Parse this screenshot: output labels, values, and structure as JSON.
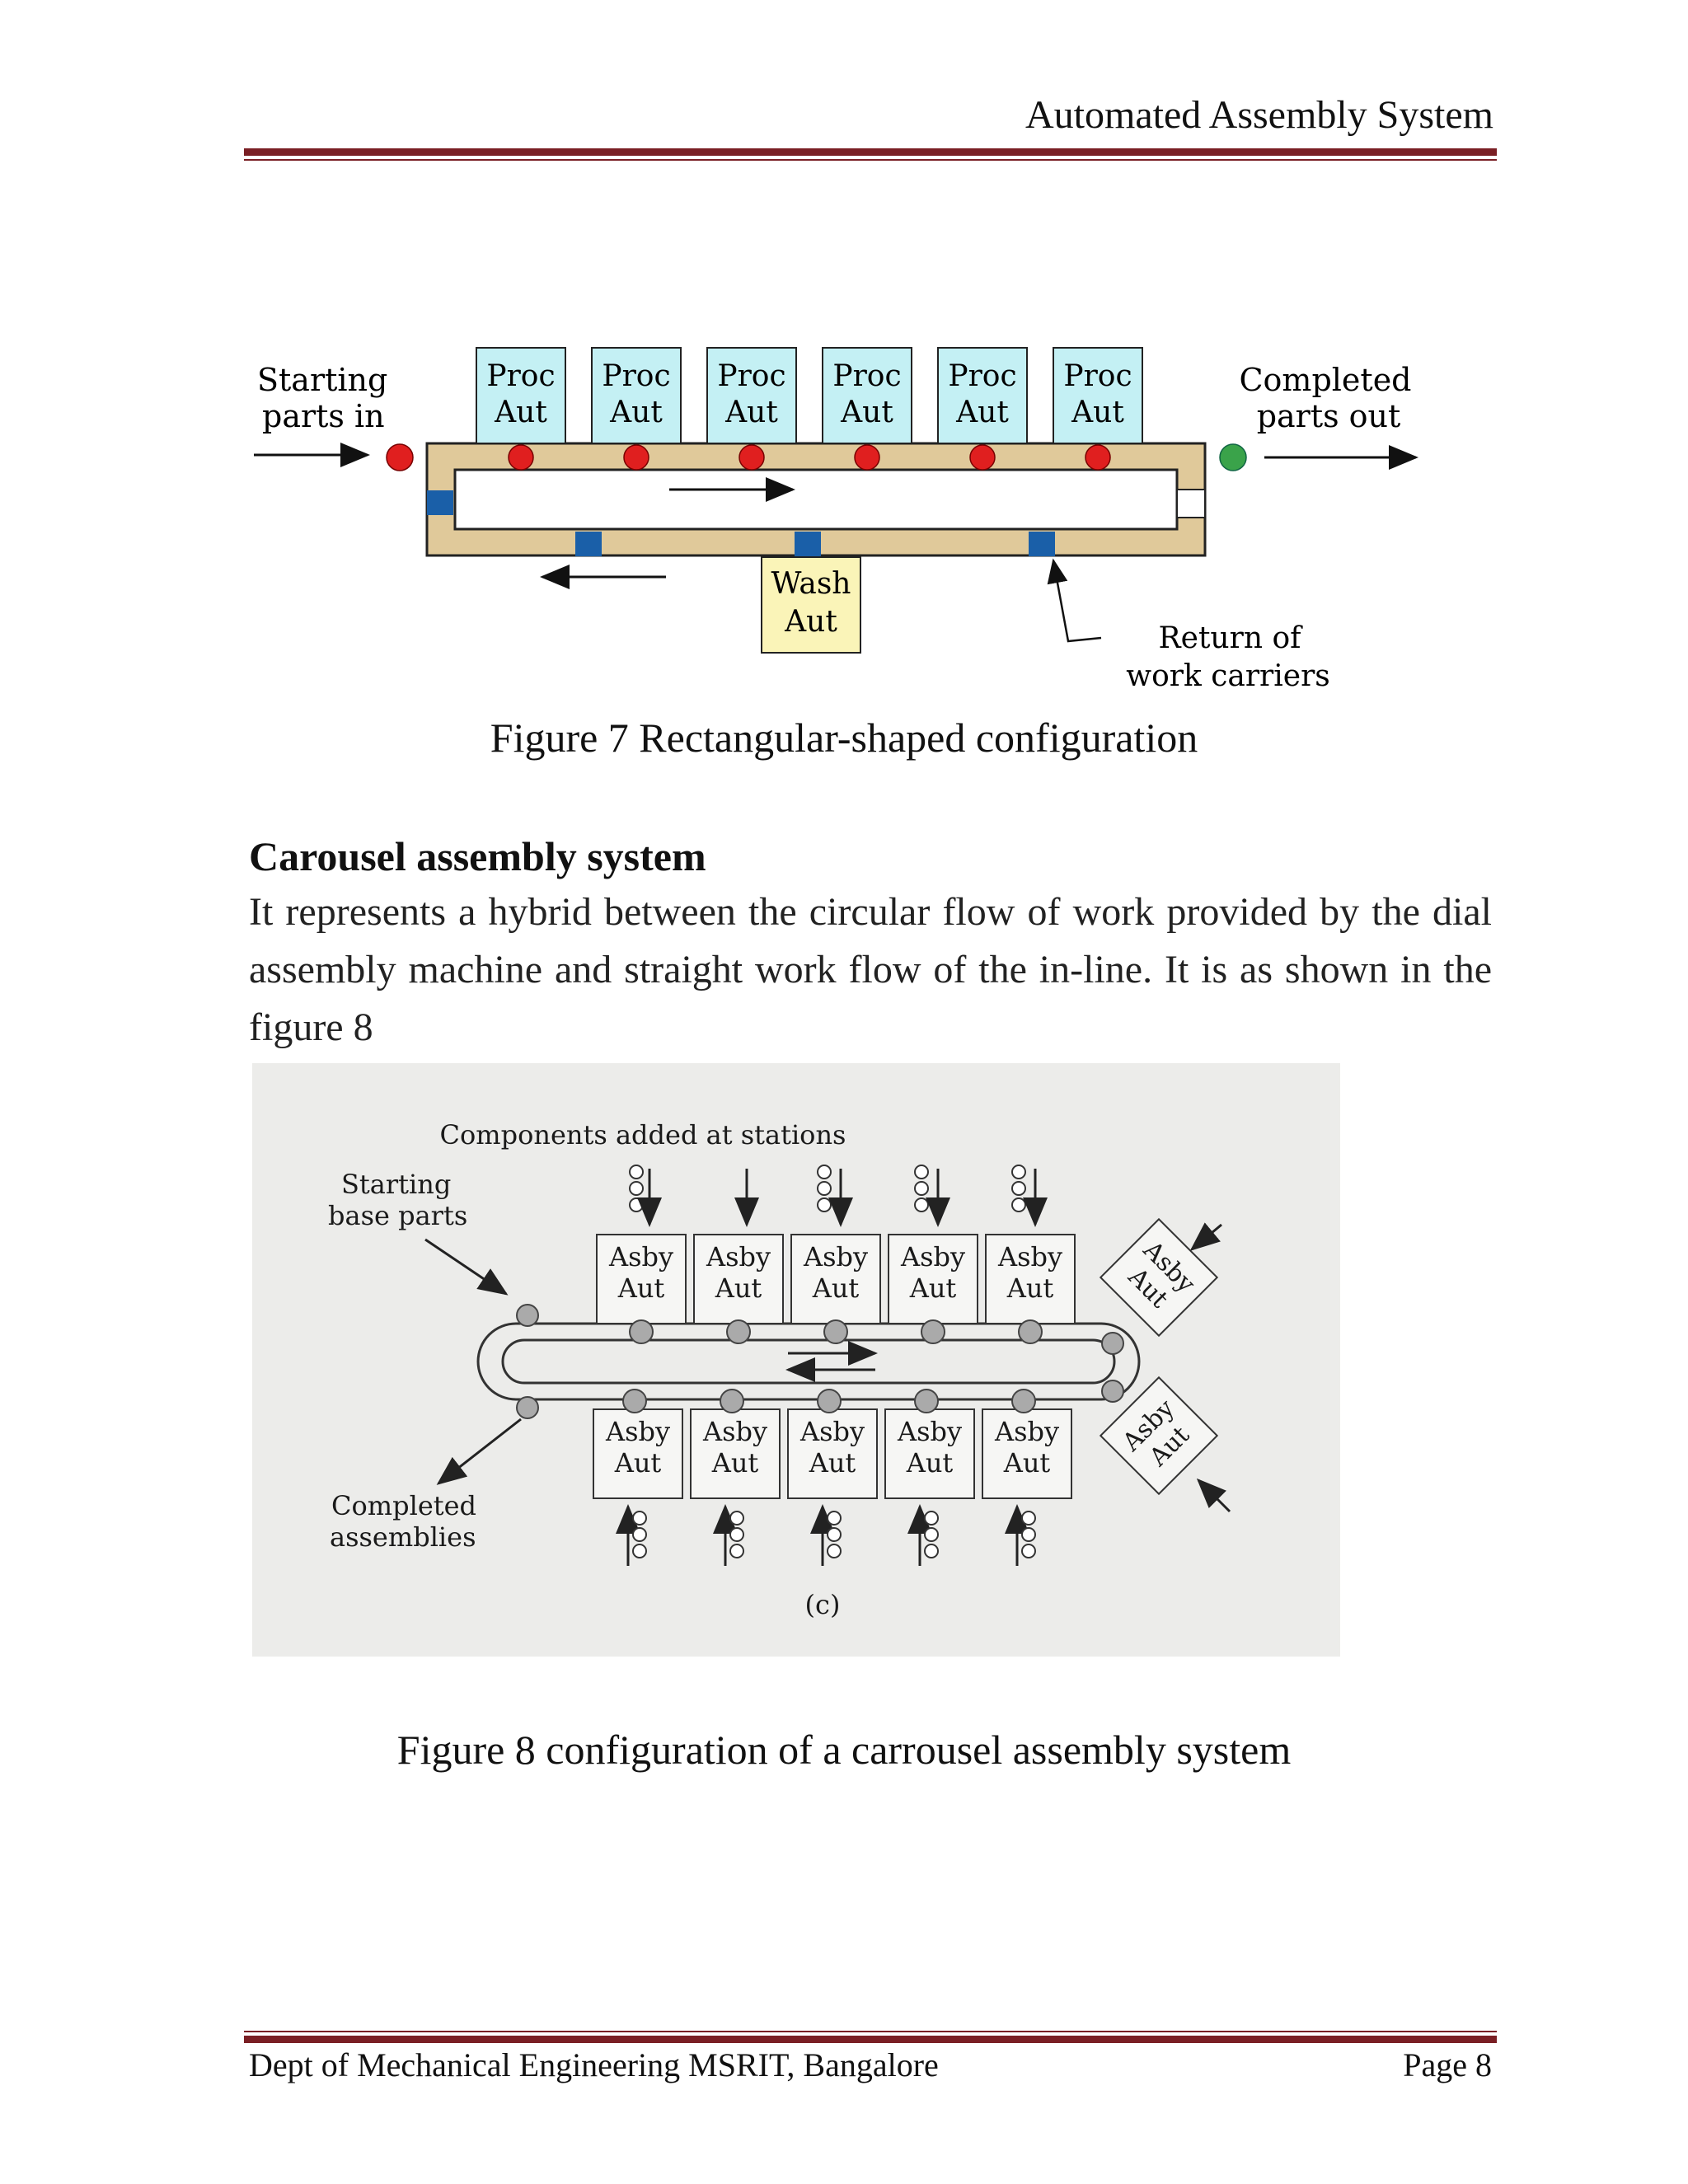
{
  "header": {
    "title": "Automated Assembly System"
  },
  "figure7": {
    "starting_label": [
      "Starting",
      "parts in"
    ],
    "completed_label": [
      "Completed",
      "parts out"
    ],
    "proc_box": [
      "Proc",
      "Aut"
    ],
    "wash_box": [
      "Wash",
      "Aut"
    ],
    "return_label": [
      "Return of",
      "work carriers"
    ],
    "caption": "Figure 7 Rectangular-shaped  configuration"
  },
  "section": {
    "heading": "Carousel assembly system",
    "paragraph": "It represents a hybrid between the circular flow of work provided by the dial assembly machine and straight work flow of the in-line. It is as shown in the figure 8"
  },
  "figure8": {
    "components_label": "Components added at stations",
    "starting_label": [
      "Starting",
      "base parts"
    ],
    "completed_label": [
      "Completed",
      "assemblies"
    ],
    "asby_box": [
      "Asby",
      "Aut"
    ],
    "sublabel": "(c)",
    "caption": "Figure 8 configuration of a carrousel assembly  system"
  },
  "footer": {
    "left": "Dept of Mechanical Engineering MSRIT, Bangalore",
    "right": "Page 8"
  },
  "colors": {
    "rule": "#7a1f24",
    "proc_fill": "#c4f0f4",
    "wash_fill": "#faf4b8",
    "track_fill": "#e0c99a",
    "red_part": "#e01f1f",
    "green_part": "#3aa34a",
    "carrier_blue": "#1a5fa8"
  }
}
